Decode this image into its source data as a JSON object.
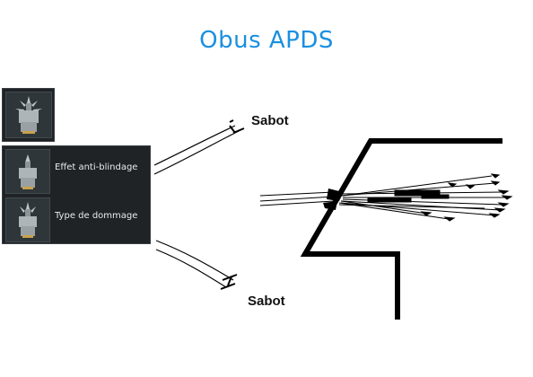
{
  "diagram": {
    "title": "Obus APDS",
    "callouts": {
      "top": "Sabot",
      "bottom": "Sabot"
    }
  },
  "hud": {
    "icon_top": "apds-shell-icon",
    "rows": [
      {
        "label": "Effet anti-blindage",
        "icon": "apds-shell-icon"
      },
      {
        "label": "Type de dommage",
        "icon": "apds-shell-icon"
      }
    ]
  },
  "colors": {
    "title": "#1b8fe0",
    "hud_bg": "#1f2326",
    "line": "#000000"
  }
}
